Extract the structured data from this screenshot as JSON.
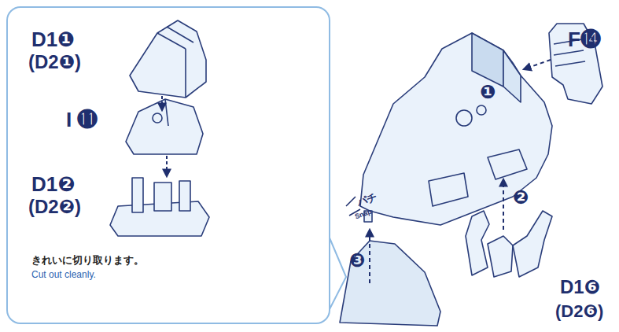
{
  "diagram": {
    "nodes": [
      {
        "text": [
          "D1❶",
          "(D2❶)",
          "I ⓫",
          "D1❷",
          "(D2❷)",
          "きれいに切り取ります。",
          "Cut out cleanly."
        ]
      }
    ],
    "labels": [
      "F⓮",
      "❶",
      "❷",
      "❸",
      "パチ",
      "Snap",
      "D1❻",
      "(D2❻)"
    ]
  }
}
